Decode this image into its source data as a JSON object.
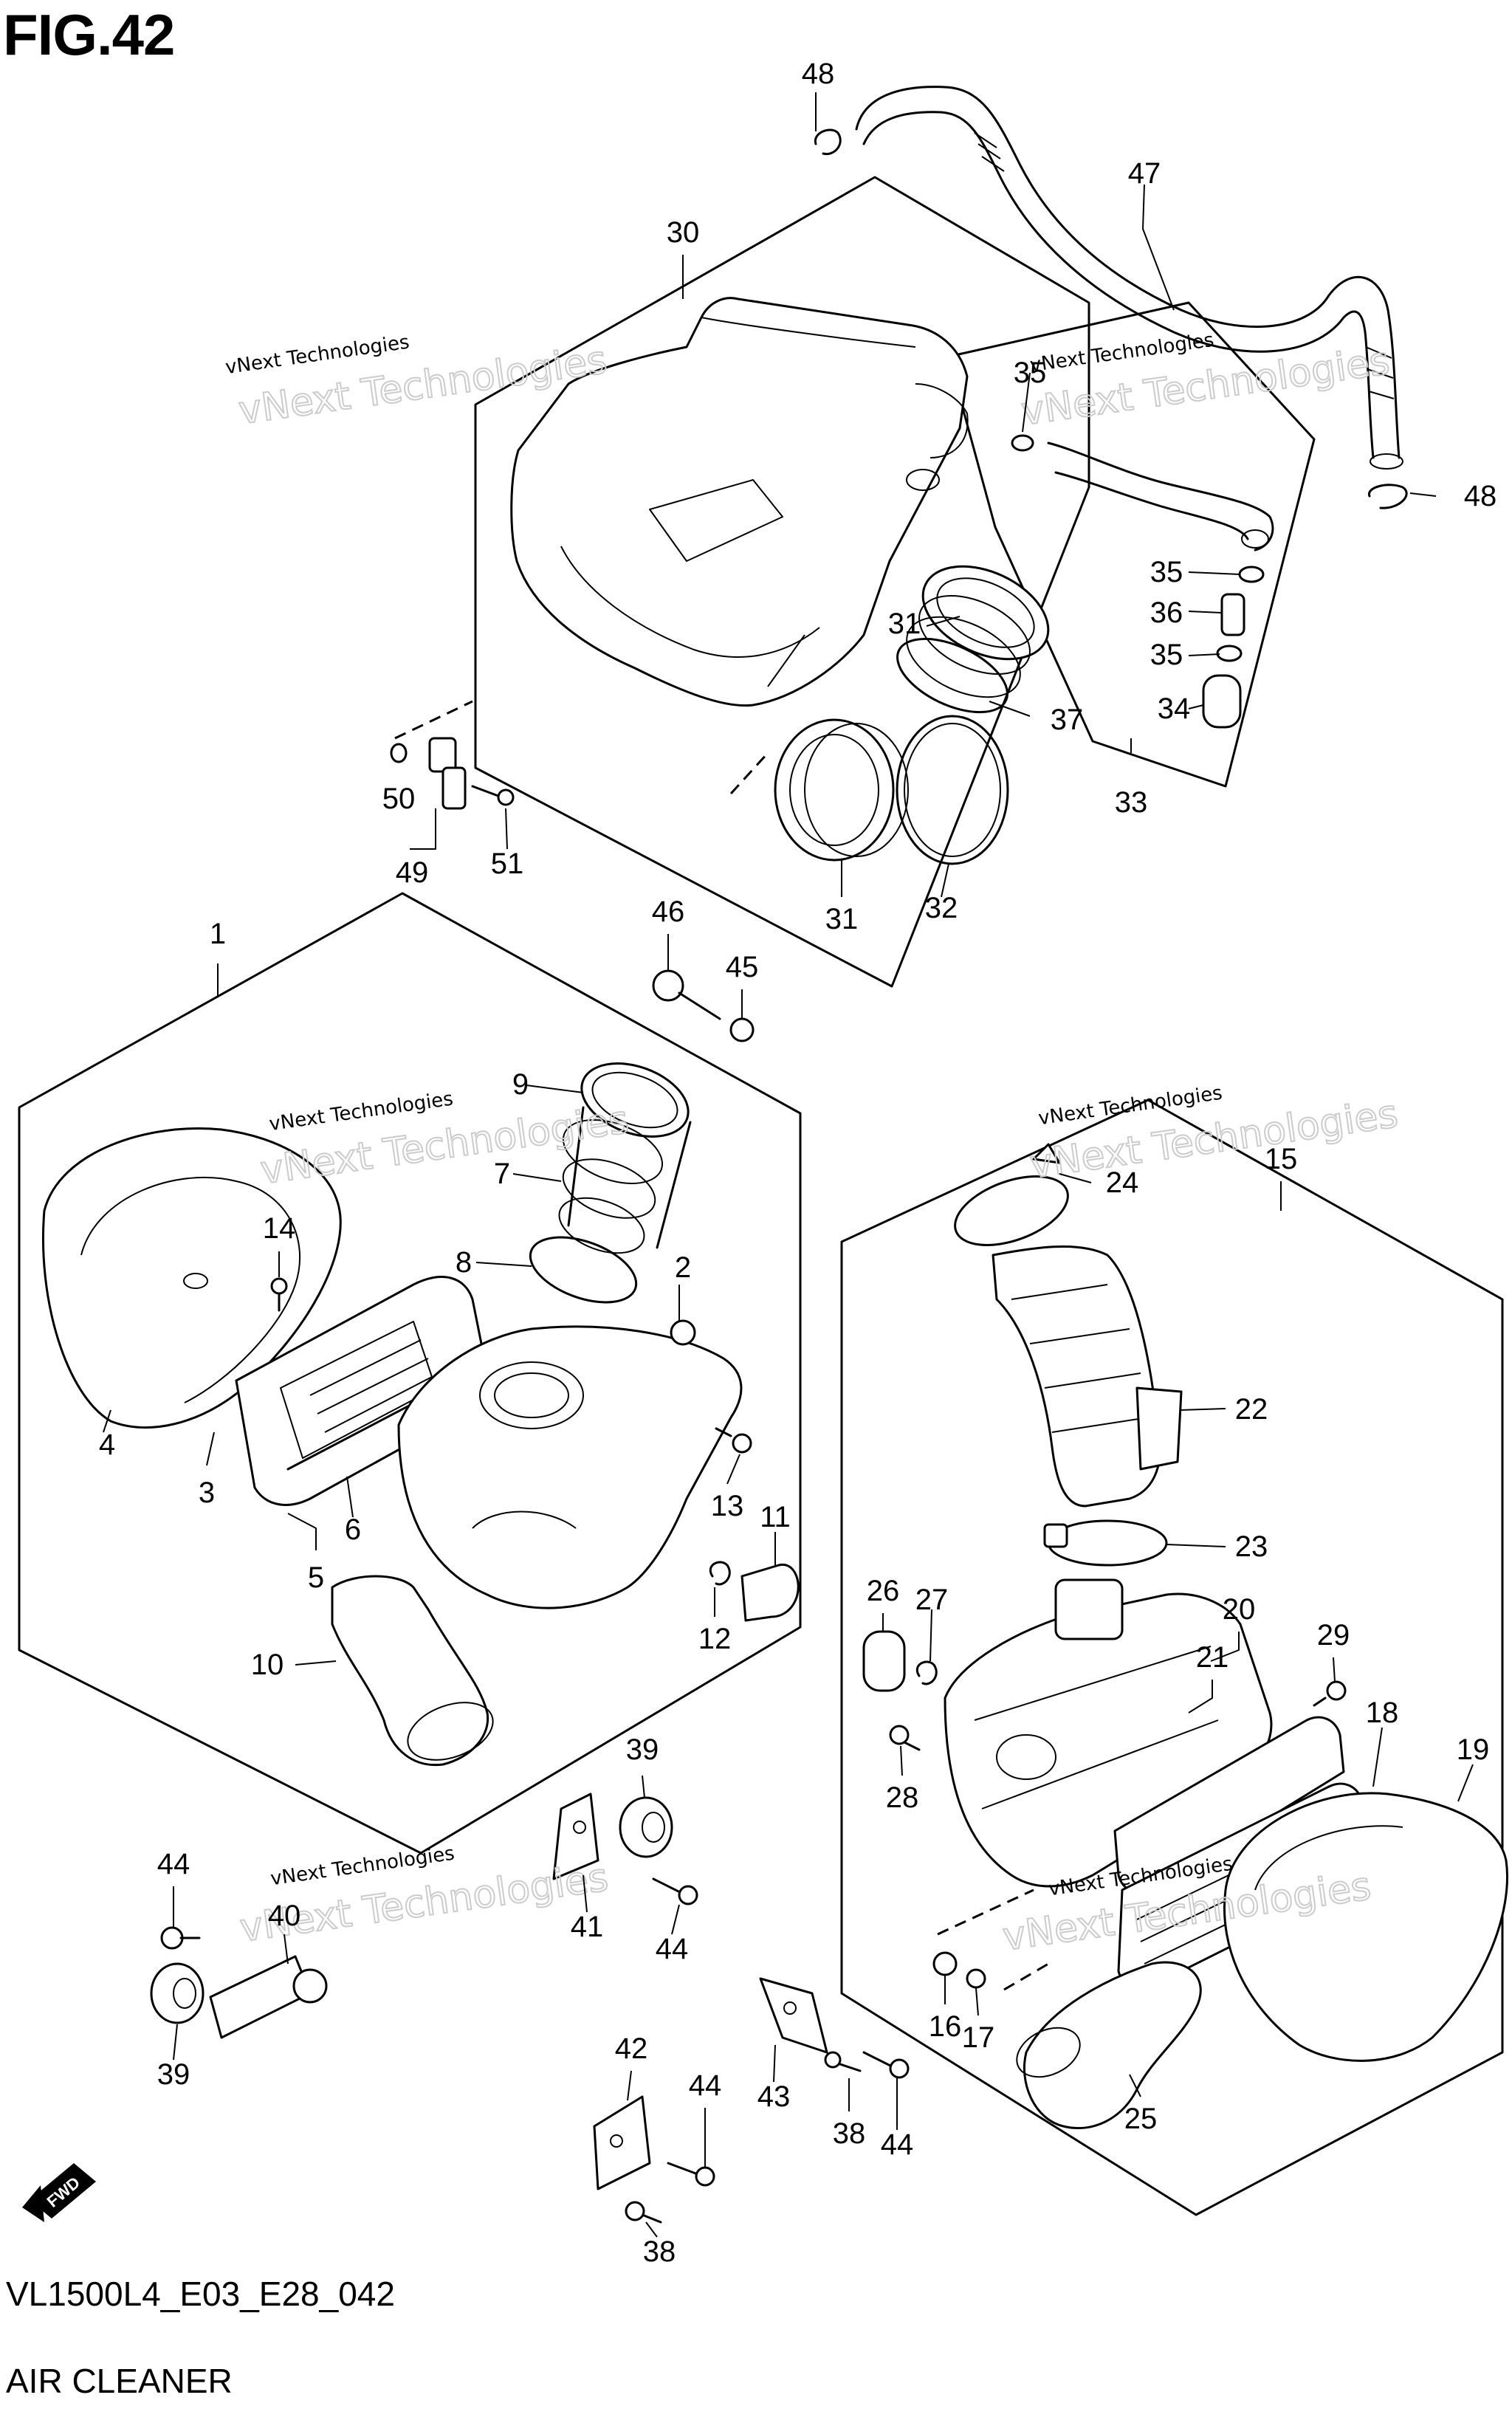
{
  "figure": {
    "title": "FIG.42"
  },
  "footer": {
    "model_code": "VL1500L4_E03_E28_042",
    "section_name": "AIR CLEANER"
  },
  "watermark": {
    "line1": "vNext Technologies",
    "line2": "vNext Technologies"
  },
  "fwd_badge": {
    "label": "FWD",
    "icon": "fwd-arrow-icon"
  },
  "callouts": [
    "1",
    "2",
    "3",
    "4",
    "5",
    "6",
    "7",
    "8",
    "9",
    "10",
    "11",
    "12",
    "13",
    "14",
    "15",
    "16",
    "17",
    "18",
    "19",
    "20",
    "21",
    "22",
    "23",
    "24",
    "25",
    "26",
    "27",
    "28",
    "29",
    "30",
    "31",
    "31",
    "32",
    "33",
    "34",
    "35",
    "35",
    "35",
    "36",
    "37",
    "38",
    "38",
    "39",
    "39",
    "40",
    "41",
    "42",
    "43",
    "44",
    "44",
    "44",
    "44",
    "45",
    "46",
    "47",
    "48",
    "48",
    "49",
    "50",
    "51"
  ]
}
